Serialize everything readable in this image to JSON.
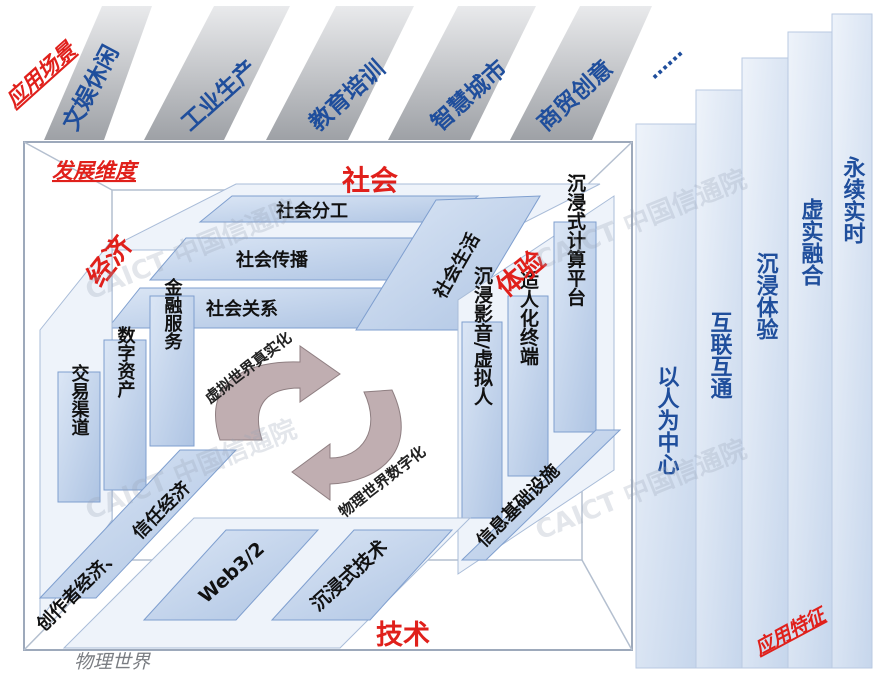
{
  "application_scenarios": {
    "label": "应用场景",
    "items": [
      "文娱休闲",
      "工业生产",
      "教育培训",
      "智慧城市",
      "商贸创意",
      "……"
    ]
  },
  "development_dimension": {
    "label": "发展维度",
    "society": {
      "title": "社会",
      "items": [
        "社会分工",
        "社会传播",
        "社会关系",
        "社会生活"
      ]
    },
    "economy": {
      "title": "经济",
      "items": [
        "交易渠道",
        "数字资产",
        "金融服务",
        "信任经济",
        "创作者经济、"
      ]
    },
    "experience": {
      "title": "体验",
      "items": [
        "沉浸影音/虚拟人",
        "适人化终端",
        "沉浸式计算平台",
        "信息基础设施"
      ]
    },
    "technology": {
      "title": "技术",
      "items": [
        "Web3/2",
        "沉浸式技术"
      ]
    },
    "cycle": {
      "top": "虚拟世界真实化",
      "bottom": "物理世界数字化"
    },
    "physical_world": "物理世界"
  },
  "application_features": {
    "label": "应用特征",
    "items": [
      "以人为中心",
      "互联互通",
      "沉浸体验",
      "虚实融合",
      "永续实时"
    ]
  },
  "watermark": "CAICT 中国信通院",
  "colors": {
    "accent_red": "#e0201b",
    "text_blue": "#1f4e9c",
    "panel_blue": "#c9d8ee",
    "panel_border": "#7f9fcf",
    "gray": "#a9abb0",
    "arrow": "#b7a4a7"
  }
}
